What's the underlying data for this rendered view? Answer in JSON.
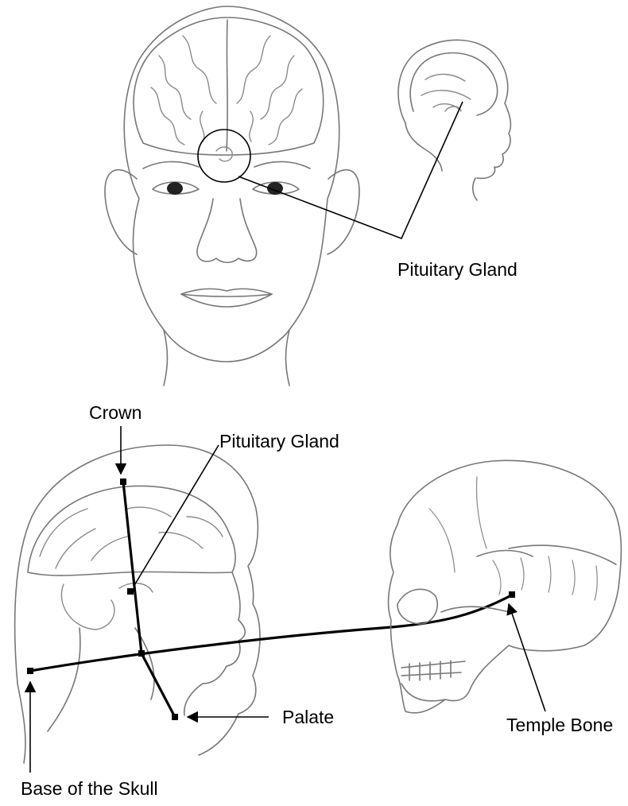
{
  "labels": {
    "pituitary_top": "Pituitary Gland",
    "crown": "Crown",
    "pituitary_bottom": "Pituitary Gland",
    "palate": "Palate",
    "temple_bone": "Temple Bone",
    "base_skull": "Base of the Skull"
  },
  "colors": {
    "line_art": "#777777",
    "leader": "#000000"
  }
}
